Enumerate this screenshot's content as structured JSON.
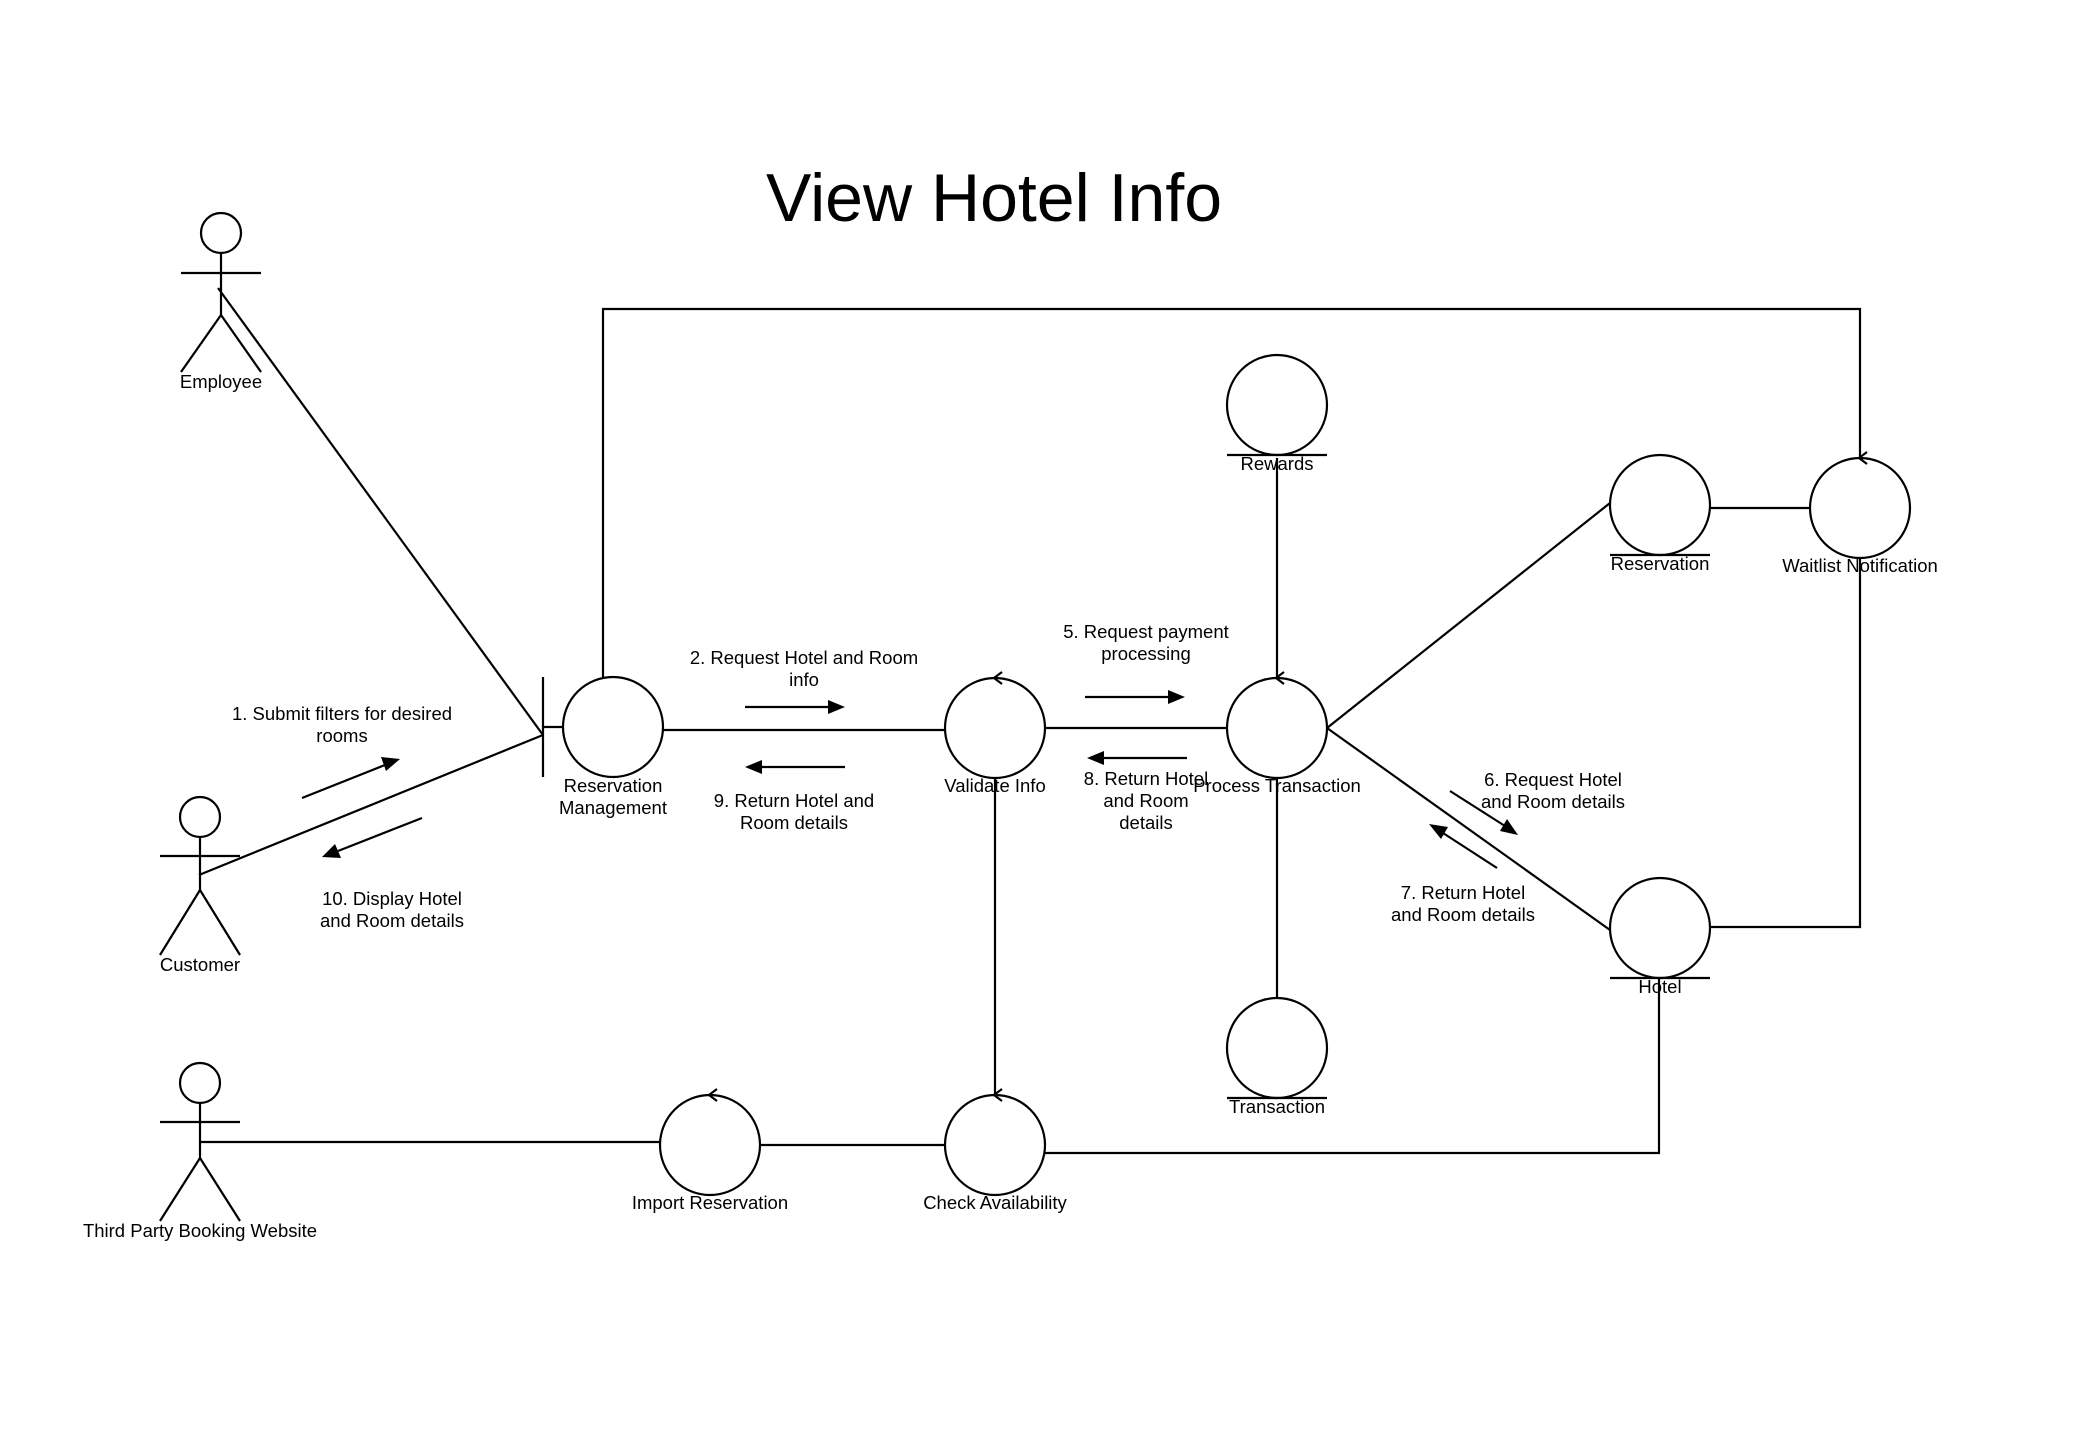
{
  "title": "View Hotel Info",
  "actors": {
    "employee": "Employee",
    "customer": "Customer",
    "third_party": "Third Party Booking Website"
  },
  "nodes": {
    "reservation_management": [
      "Reservation",
      "Management"
    ],
    "validate_info": "Validate Info",
    "process_transaction": "Process Transaction",
    "rewards": "Rewards",
    "reservation": "Reservation",
    "waitlist_notification": "Waitlist Notification",
    "hotel": "Hotel",
    "transaction": "Transaction",
    "import_reservation": "Import Reservation",
    "check_availability": "Check Availability"
  },
  "messages": {
    "m1": [
      "1. Submit filters for desired",
      "rooms"
    ],
    "m2": [
      "2. Request Hotel and Room",
      "info"
    ],
    "m5": [
      "5. Request payment",
      "processing"
    ],
    "m6": [
      "6. Request Hotel",
      "and Room details"
    ],
    "m7": [
      "7. Return Hotel",
      "and Room details"
    ],
    "m8": [
      "8. Return Hotel",
      "and Room",
      "details"
    ],
    "m9": [
      "9. Return Hotel and",
      "Room details"
    ],
    "m10": [
      "10. Display Hotel",
      "and Room details"
    ]
  }
}
